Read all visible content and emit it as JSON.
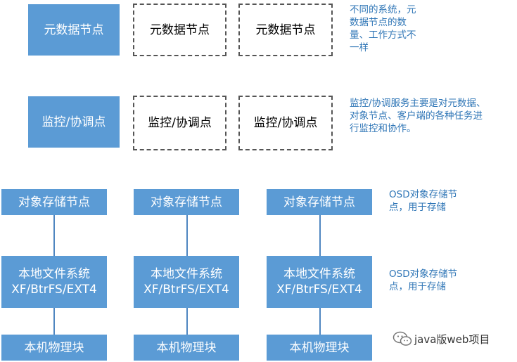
{
  "row1": {
    "main": "元数据节点",
    "peer1": "元数据节点",
    "peer2": "元数据节点",
    "note": "不同的系统，元\n数据节点的数\n量、工作方式不\n一样"
  },
  "row2": {
    "main": "监控/协调点",
    "peer1": "监控/协调点",
    "peer2": "监控/协调点",
    "note": "监控/协调服务主要是对元数据、\n对象节点、客户端的各种任务进\n行监控和协作。"
  },
  "stacks": [
    {
      "osd": "对象存储节点",
      "fs_line1": "本地文件系统",
      "fs_line2": "XF/BtrFS/EXT4",
      "block": "本机物理块"
    },
    {
      "osd": "对象存储节点",
      "fs_line1": "本地文件系统",
      "fs_line2": "XF/BtrFS/EXT4",
      "block": "本机物理块"
    },
    {
      "osd": "对象存储节点",
      "fs_line1": "本地文件系统",
      "fs_line2": "XF/BtrFS/EXT4",
      "block": "本机物理块"
    }
  ],
  "notes": {
    "osd": "OSD对象存储节\n点，用于存储",
    "fs": "OSD对象存储节\n点，用于存储"
  },
  "watermark": {
    "icon": "wechat-icon",
    "text": "java版web项目"
  },
  "colors": {
    "box_fill": "#5b9bd5",
    "note_text": "#2e75b6",
    "dashed_border": "#555555",
    "connector": "#4f86c0"
  }
}
